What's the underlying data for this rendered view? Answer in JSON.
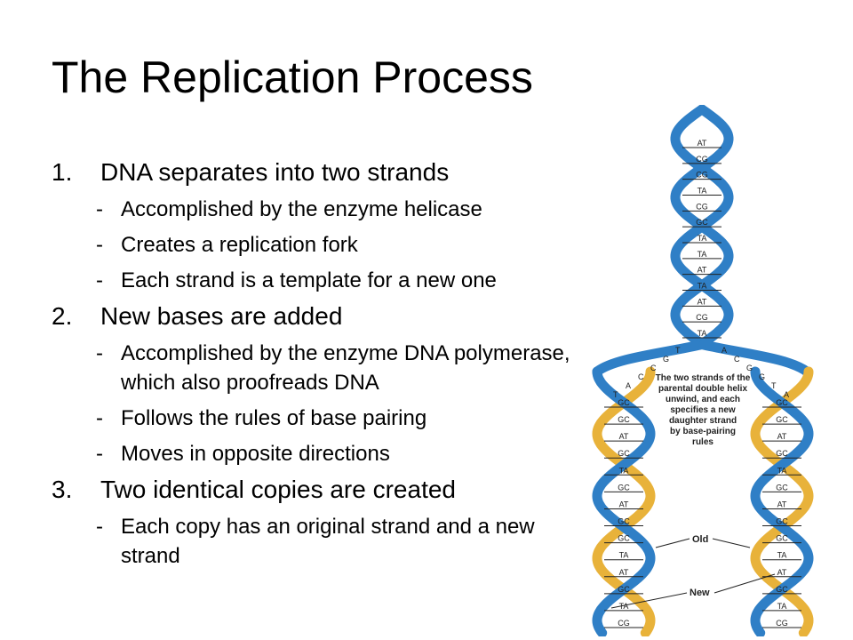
{
  "slide": {
    "title": "The Replication Process",
    "items": [
      {
        "number": "1.",
        "text": "DNA separates into two strands",
        "subitems": [
          "Accomplished by the enzyme helicase",
          "Creates a replication fork",
          "Each strand is a template for a new one"
        ]
      },
      {
        "number": "2.",
        "text": "New bases are added",
        "subitems": [
          "Accomplished by the enzyme DNA polymerase, which also proofreads DNA",
          "Follows the rules of base pairing",
          "Moves in opposite directions"
        ]
      },
      {
        "number": "3.",
        "text": "Two identical copies are created",
        "subitems": [
          "Each copy has an original strand and a new strand"
        ]
      }
    ],
    "dash": "-"
  },
  "figure": {
    "caption_lines": [
      "The two strands of the",
      "parental double helix",
      "unwind, and each",
      "specifies a new",
      "daughter strand",
      "by base-pairing",
      "rules"
    ],
    "label_old": "Old",
    "label_new": "New",
    "pairs_top": [
      "AT",
      "CG",
      "CG",
      "TA",
      "CG",
      "GC",
      "TA",
      "TA",
      "AT",
      "TA",
      "AT",
      "CG",
      "TA"
    ],
    "pairs_left": [
      "GC",
      "GC",
      "AT",
      "GC",
      "TA",
      "GC",
      "AT",
      "GC",
      "GC",
      "TA",
      "AT",
      "GC",
      "TA",
      "CG"
    ],
    "pairs_right": [
      "GC",
      "GC",
      "AT",
      "GC",
      "TA",
      "GC",
      "AT",
      "GC",
      "GC",
      "TA",
      "AT",
      "GC",
      "TA",
      "CG"
    ],
    "fork_letters_left": [
      "T",
      "G",
      "C",
      "C",
      "A",
      "T"
    ],
    "fork_letters_right": [
      "A",
      "C",
      "G",
      "G",
      "T",
      "A"
    ],
    "colors": {
      "old_strand": "#2f7fc6",
      "new_strand": "#e8b23a",
      "text": "#222222"
    }
  }
}
